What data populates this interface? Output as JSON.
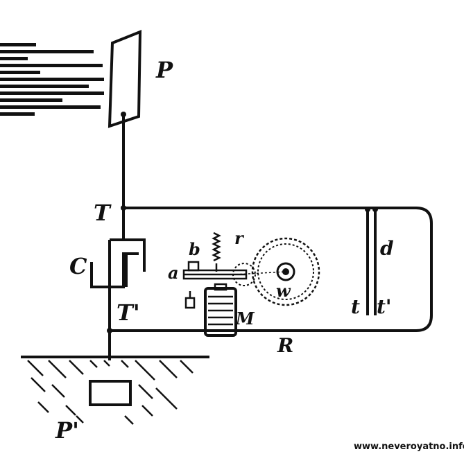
{
  "labels": {
    "plate_top": "P",
    "junction_top": "T",
    "capacitor": "C",
    "junction_bottom": "T'",
    "ground_plate": "P'",
    "lever_a": "a",
    "spring_b": "b",
    "gear_r": "r",
    "wheel_w": "w",
    "magnet": "M",
    "resistor_R": "R",
    "loop_d": "d",
    "terminal_t": "t",
    "terminal_t2": "t'"
  },
  "watermark": "www.neveroyatno.info"
}
